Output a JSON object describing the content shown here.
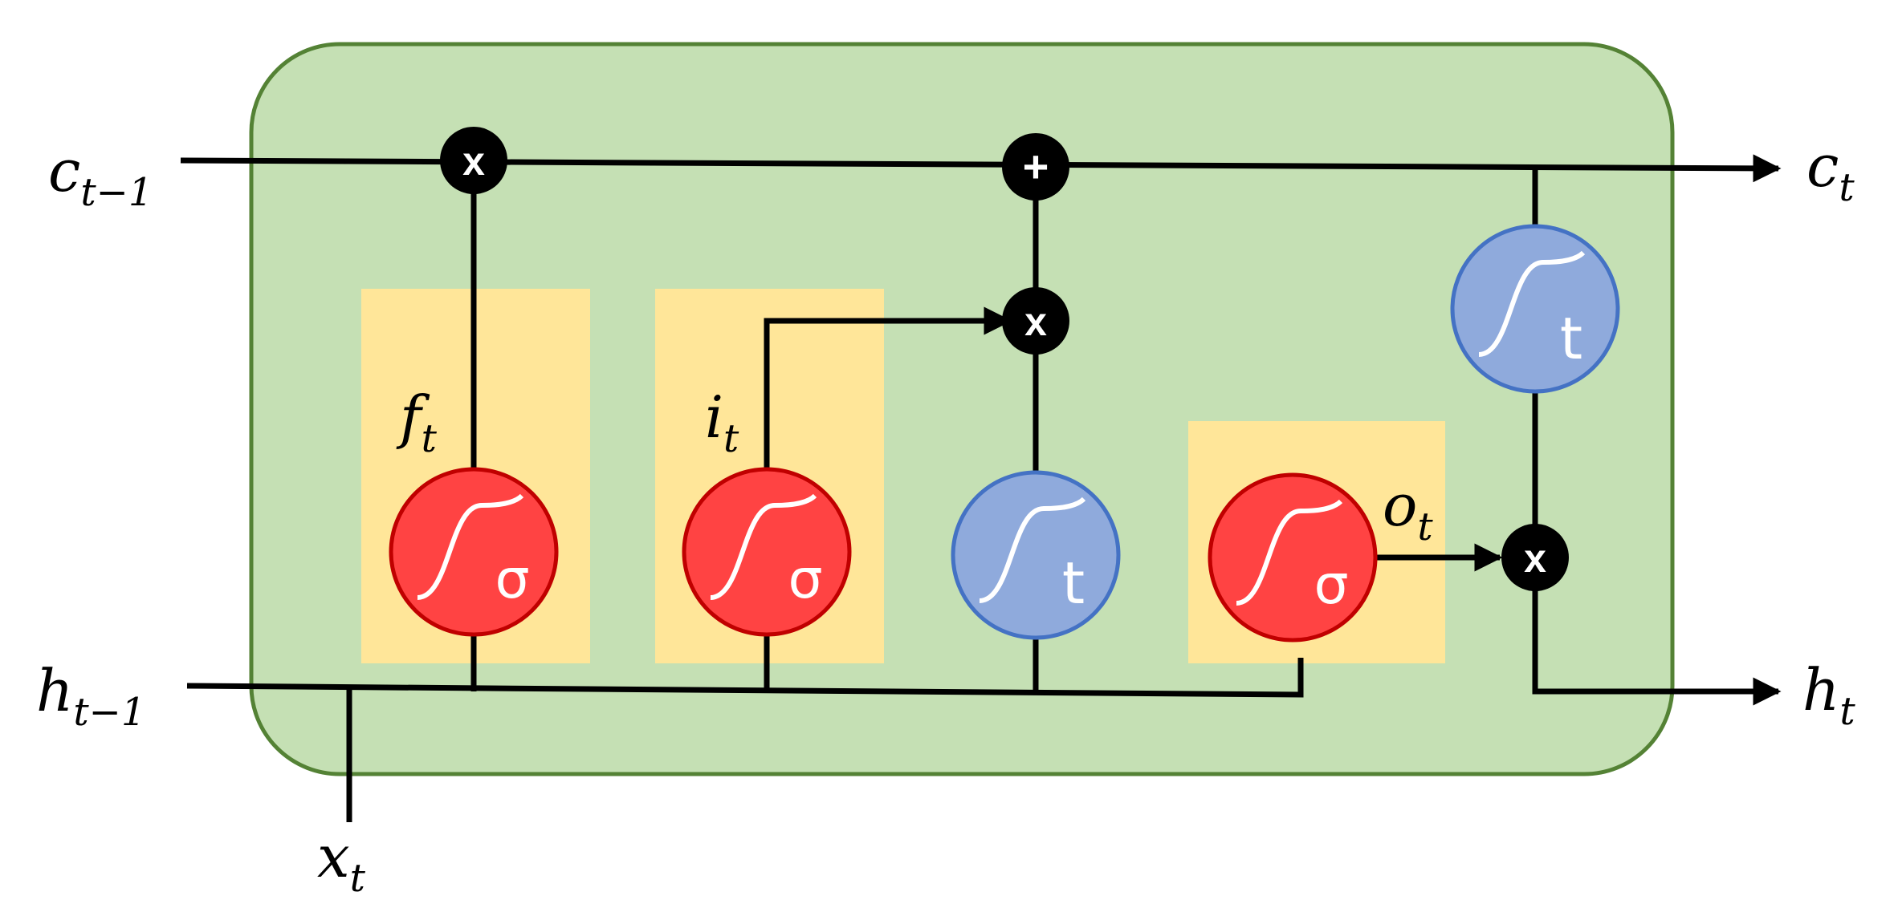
{
  "labels": {
    "c_prev": {
      "base": "c",
      "sub": "t−1"
    },
    "h_prev": {
      "base": "h",
      "sub": "t−1"
    },
    "x_t": {
      "base": "x",
      "sub": "t"
    },
    "c_t": {
      "base": "c",
      "sub": "t"
    },
    "h_t": {
      "base": "h",
      "sub": "t"
    },
    "f_t": {
      "base": "f",
      "sub": "t"
    },
    "i_t": {
      "base": "i",
      "sub": "t"
    },
    "o_t": {
      "base": "o",
      "sub": "t"
    }
  },
  "operators": {
    "multiply": "x",
    "add": "+"
  },
  "activations": {
    "sigmoid": "σ",
    "tanh": "t"
  },
  "colors": {
    "cell_fill": "#c5e0b4",
    "cell_stroke": "#548235",
    "gate_box": "#ffe699",
    "sigmoid_fill": "#ff4343",
    "sigmoid_stroke": "#c00000",
    "tanh_fill": "#8faadc",
    "tanh_stroke": "#4472c4",
    "operator_fill": "#000000",
    "line": "#000000"
  }
}
